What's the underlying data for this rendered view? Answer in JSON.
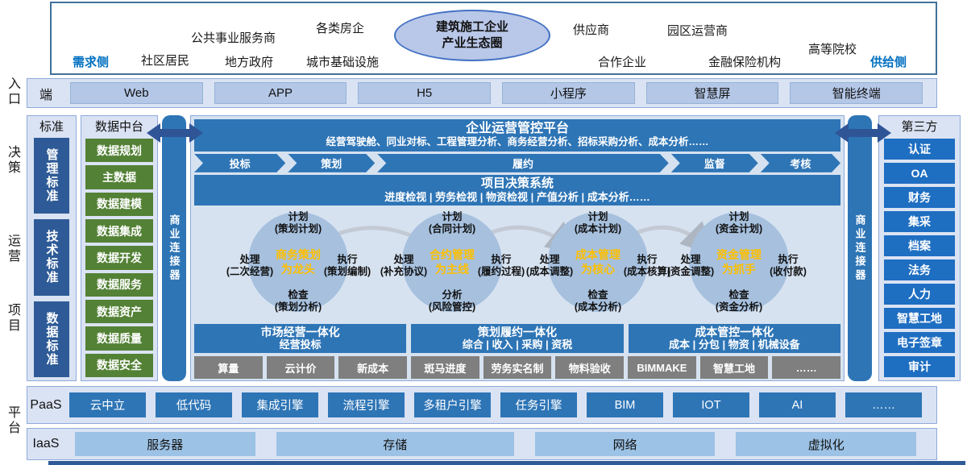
{
  "colors": {
    "primary_blue": "#2e75b6",
    "dark_blue": "#2e5b97",
    "third_party_blue": "#1e6ec2",
    "green": "#538135",
    "gray": "#7f7f7f",
    "accent_orange": "#ffc000",
    "side_label_blue": "#0070c0",
    "light_panel": "#dae3f3",
    "circle_fill": "#a6c0de"
  },
  "left_rail": {
    "entry": "入口",
    "decision": "决策",
    "operation": "运营",
    "project": "项目",
    "platform": "平台"
  },
  "ecosystem": {
    "demand_side": "需求侧",
    "supply_side": "供给侧",
    "center_line1": "建筑施工企业",
    "center_line2": "产业生态圈",
    "entities": [
      "社区居民",
      "公共事业服务商",
      "地方政府",
      "各类房企",
      "城市基础设施",
      "供应商",
      "合作企业",
      "园区运营商",
      "金融保险机构",
      "高等院校"
    ]
  },
  "entry": {
    "label": "端",
    "items": [
      "Web",
      "APP",
      "H5",
      "小程序",
      "智慧屏",
      "智能终端"
    ]
  },
  "standards": {
    "header": "标准",
    "items": [
      "管理标准",
      "技术标准",
      "数据标准"
    ]
  },
  "data_center": {
    "header": "数据中台",
    "items": [
      "数据规划",
      "主数据",
      "数据建模",
      "数据集成",
      "数据开发",
      "数据服务",
      "数据资产",
      "数据质量",
      "数据安全"
    ]
  },
  "connector": {
    "label": "商业连接器"
  },
  "platform": {
    "title": "企业运营管控平台",
    "subtitle": "经营驾驶舱、同业对标、工程管理分析、商务经营分析、招标采购分析、成本分析……",
    "phases": [
      "投标",
      "策划",
      "履约",
      "监督",
      "考核"
    ],
    "decision": {
      "title": "项目决策系统",
      "subtitle": "进度检视 | 劳务检视 | 物资检视 | 产值分析 | 成本分析……"
    },
    "cycles": [
      {
        "center": "商务策划\n为龙头",
        "top": "计划\n(策划计划)",
        "left": "处理\n(二次经营)",
        "right": "执行\n(策划编制)",
        "bottom": "检查\n(策划分析)"
      },
      {
        "center": "合约管理\n为主线",
        "top": "计划\n(合同计划)",
        "left": "处理\n(补充协议)",
        "right": "执行\n(履约过程)",
        "bottom": "分析\n(风险管控)"
      },
      {
        "center": "成本管理\n为核心",
        "top": "计划\n(成本计划)",
        "left": "处理\n(成本调整)",
        "right": "执行\n(成本核算)",
        "bottom": "检查\n(成本分析)"
      },
      {
        "center": "资金管理\n为抓手",
        "top": "计划\n(资金计划)",
        "left": "处理\n(资金调整)",
        "right": "执行\n(收付款)",
        "bottom": "检查\n(资金分析)"
      }
    ],
    "integrations": [
      {
        "title": "市场经营一体化",
        "subtitle": "经营投标"
      },
      {
        "title": "策划履约一体化",
        "subtitle": "综合 | 收入 | 采购 | 资税"
      },
      {
        "title": "成本管控一体化",
        "subtitle": "成本 | 分包 | 物资 | 机械设备"
      }
    ],
    "tools": [
      "算量",
      "云计价",
      "新成本",
      "斑马进度",
      "劳务实名制",
      "物料验收",
      "BIMMAKE",
      "智慧工地",
      "……"
    ]
  },
  "third_party": {
    "header": "第三方",
    "items": [
      "认证",
      "OA",
      "财务",
      "集采",
      "档案",
      "法务",
      "人力",
      "智慧工地",
      "电子签章",
      "审计"
    ]
  },
  "paas": {
    "label": "PaaS",
    "items": [
      "云中立",
      "低代码",
      "集成引擎",
      "流程引擎",
      "多租户引擎",
      "任务引擎",
      "BIM",
      "IOT",
      "AI",
      "……"
    ]
  },
  "iaas": {
    "label": "IaaS",
    "items": [
      "服务器",
      "存储",
      "网络",
      "虚拟化"
    ]
  }
}
